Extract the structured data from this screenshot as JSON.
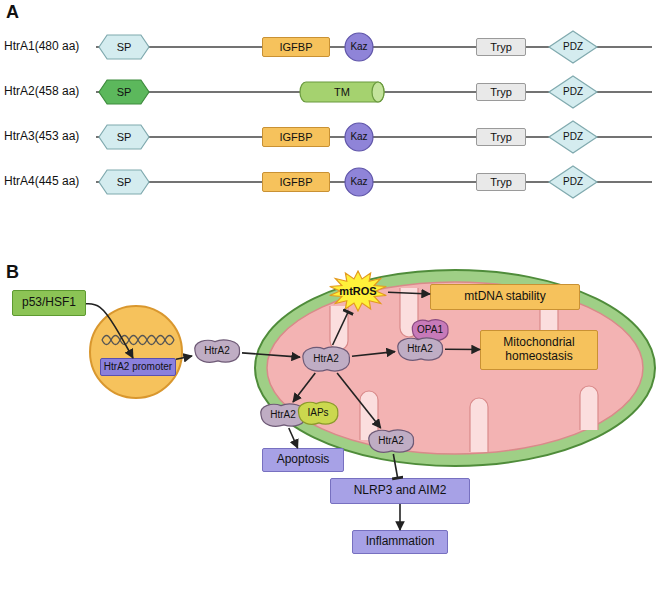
{
  "diagram": {
    "nodes": [
      {
        "text": [
          "SP"
        ]
      },
      {
        "text": [
          "IGFBP"
        ]
      },
      {
        "text": [
          "Kaz"
        ]
      },
      {
        "text": [
          "Tryp"
        ]
      },
      {
        "text": [
          "PDZ"
        ]
      },
      {
        "text": [
          "SP"
        ]
      },
      {
        "text": [
          "TM"
        ]
      },
      {
        "text": [
          "Tryp"
        ]
      },
      {
        "text": [
          "PDZ"
        ]
      },
      {
        "text": [
          "SP"
        ]
      },
      {
        "text": [
          "IGFBP"
        ]
      },
      {
        "text": [
          "Kaz"
        ]
      },
      {
        "text": [
          "Tryp"
        ]
      },
      {
        "text": [
          "PDZ"
        ]
      },
      {
        "text": [
          "SP"
        ]
      },
      {
        "text": [
          "IGFBP"
        ]
      },
      {
        "text": [
          "Kaz"
        ]
      },
      {
        "text": [
          "Tryp"
        ]
      },
      {
        "text": [
          "PDZ"
        ]
      },
      {
        "text": [
          "p53/HSF1"
        ]
      },
      {
        "text": [
          "HtrA2 promoter"
        ]
      },
      {
        "text": [
          "HtrA2"
        ]
      },
      {
        "text": [
          "mtROS"
        ]
      },
      {
        "text": [
          "mtDNA stability"
        ]
      },
      {
        "text": [
          "HtrA2"
        ]
      },
      {
        "text": [
          "OPA1"
        ]
      },
      {
        "text": [
          "HtrA2"
        ]
      },
      {
        "text": [
          "Mitochondrial homeostasis"
        ]
      },
      {
        "text": [
          "HtrA2"
        ]
      },
      {
        "text": [
          "IAPs"
        ]
      },
      {
        "text": [
          "Apoptosis"
        ]
      },
      {
        "text": [
          "HtrA2"
        ]
      },
      {
        "text": [
          "NLRP3 and AIM2"
        ]
      },
      {
        "text": [
          "Inflammation"
        ]
      }
    ],
    "edges": [
      {
        "from": 19,
        "to": 20,
        "arrow": "to"
      },
      {
        "from": 20,
        "to": 21,
        "arrow": "to"
      },
      {
        "from": 21,
        "to": 24,
        "arrow": "to"
      },
      {
        "from": 24,
        "to": 22,
        "arrow": "to"
      },
      {
        "from": 22,
        "to": 23,
        "arrow": "to"
      },
      {
        "from": 24,
        "to": 26,
        "arrow": "to"
      },
      {
        "from": 26,
        "to": 27,
        "arrow": "to"
      },
      {
        "from": 24,
        "to": 28,
        "arrow": "to"
      },
      {
        "from": 24,
        "to": 31,
        "arrow": "to"
      },
      {
        "from": 28,
        "to": 30,
        "arrow": "to"
      },
      {
        "from": 31,
        "to": 32,
        "arrow": "to"
      },
      {
        "from": 32,
        "to": 33,
        "arrow": "to"
      }
    ],
    "labels": [
      "A",
      "HtrA1(480 aa)",
      "HtrA2(458 aa)",
      "HtrA3(453 aa)",
      "HtrA4(445 aa)",
      "B"
    ]
  }
}
